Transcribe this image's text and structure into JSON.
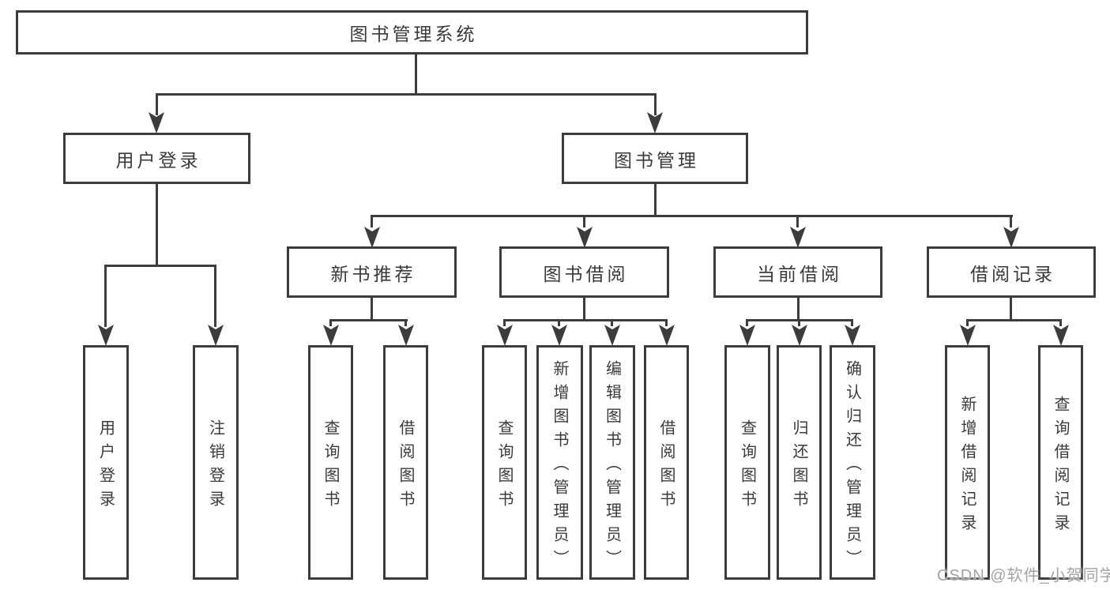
{
  "colors": {
    "line": "#3c3c3c",
    "text": "#3a3a3a",
    "watermark": "#a3a3a3",
    "background": "#ffffff"
  },
  "tree": {
    "label": "图书管理系统",
    "children": [
      {
        "label": "用户登录",
        "children": [
          {
            "label": "用户登录"
          },
          {
            "label": "注销登录"
          }
        ]
      },
      {
        "label": "图书管理",
        "children": [
          {
            "label": "新书推荐",
            "children": [
              {
                "label": "查询图书"
              },
              {
                "label": "借阅图书"
              }
            ]
          },
          {
            "label": "图书借阅",
            "children": [
              {
                "label": "查询图书"
              },
              {
                "label": "新增图书（管理员）"
              },
              {
                "label": "编辑图书（管理员）"
              },
              {
                "label": "借阅图书"
              }
            ]
          },
          {
            "label": "当前借阅",
            "children": [
              {
                "label": "查询图书"
              },
              {
                "label": "归还图书"
              },
              {
                "label": "确认归还（管理员）"
              }
            ]
          },
          {
            "label": "借阅记录",
            "children": [
              {
                "label": "新增借阅记录"
              },
              {
                "label": "查询借阅记录"
              }
            ]
          }
        ]
      }
    ]
  },
  "watermark": {
    "text": "CSDN @软件_小贺同学"
  }
}
